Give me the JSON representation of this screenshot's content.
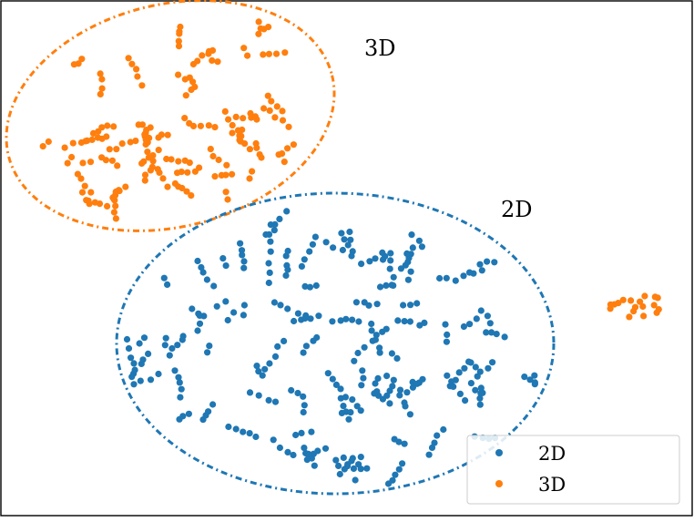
{
  "chart_data": {
    "type": "scatter",
    "title": "",
    "xlabel": "",
    "ylabel": "",
    "axes_visible": false,
    "grid": false,
    "legend": {
      "placement": "bottom-right",
      "entries": [
        {
          "label": "2D",
          "color": "#1f77b4"
        },
        {
          "label": "3D",
          "color": "#ff7f0e"
        }
      ]
    },
    "annotations": [
      {
        "text": "3D",
        "series": "3D"
      },
      {
        "text": "2D",
        "series": "2D"
      }
    ],
    "series": [
      {
        "name": "2D",
        "color": "#1f77b4",
        "points": []
      },
      {
        "name": "3D",
        "color": "#ff7f0e",
        "points": []
      }
    ]
  }
}
